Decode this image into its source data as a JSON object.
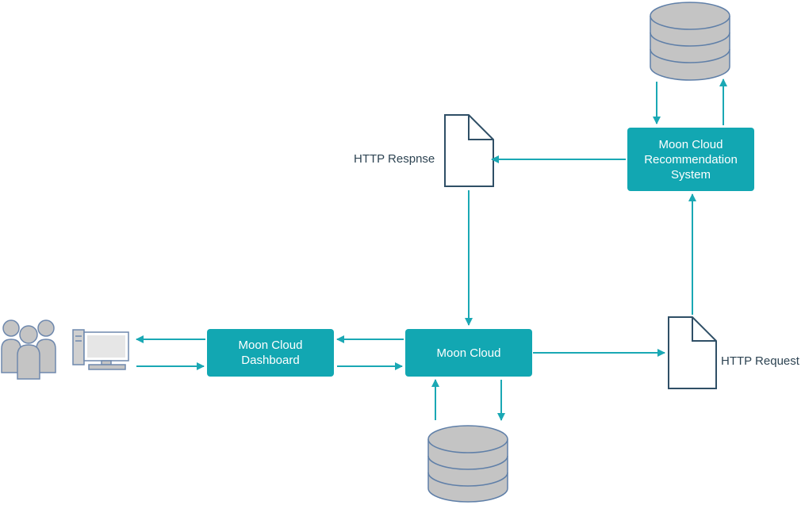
{
  "colors": {
    "accent": "#12a7b2",
    "arrow": "#1aa8b4",
    "database_fill": "#c4c4c4",
    "database_stroke": "#5f7fa8",
    "document_stroke": "#2f4f66",
    "user_fill": "#c4c4c4",
    "user_stroke": "#6e88ad",
    "text": "#2e4453"
  },
  "nodes": {
    "dashboard": {
      "lines": [
        "Moon Cloud",
        "Dashboard"
      ]
    },
    "moon_cloud": {
      "lines": [
        "Moon Cloud"
      ]
    },
    "recommendation": {
      "lines": [
        "Moon Cloud",
        "Recommendation",
        "System"
      ]
    }
  },
  "documents": {
    "response": {
      "label": "HTTP Respnse"
    },
    "request": {
      "label": "HTTP Request"
    }
  },
  "icons": {
    "users": "users-icon",
    "computer": "computer-icon",
    "database_top": "database-icon",
    "database_bottom": "database-icon",
    "document_response": "document-icon",
    "document_request": "document-icon"
  }
}
